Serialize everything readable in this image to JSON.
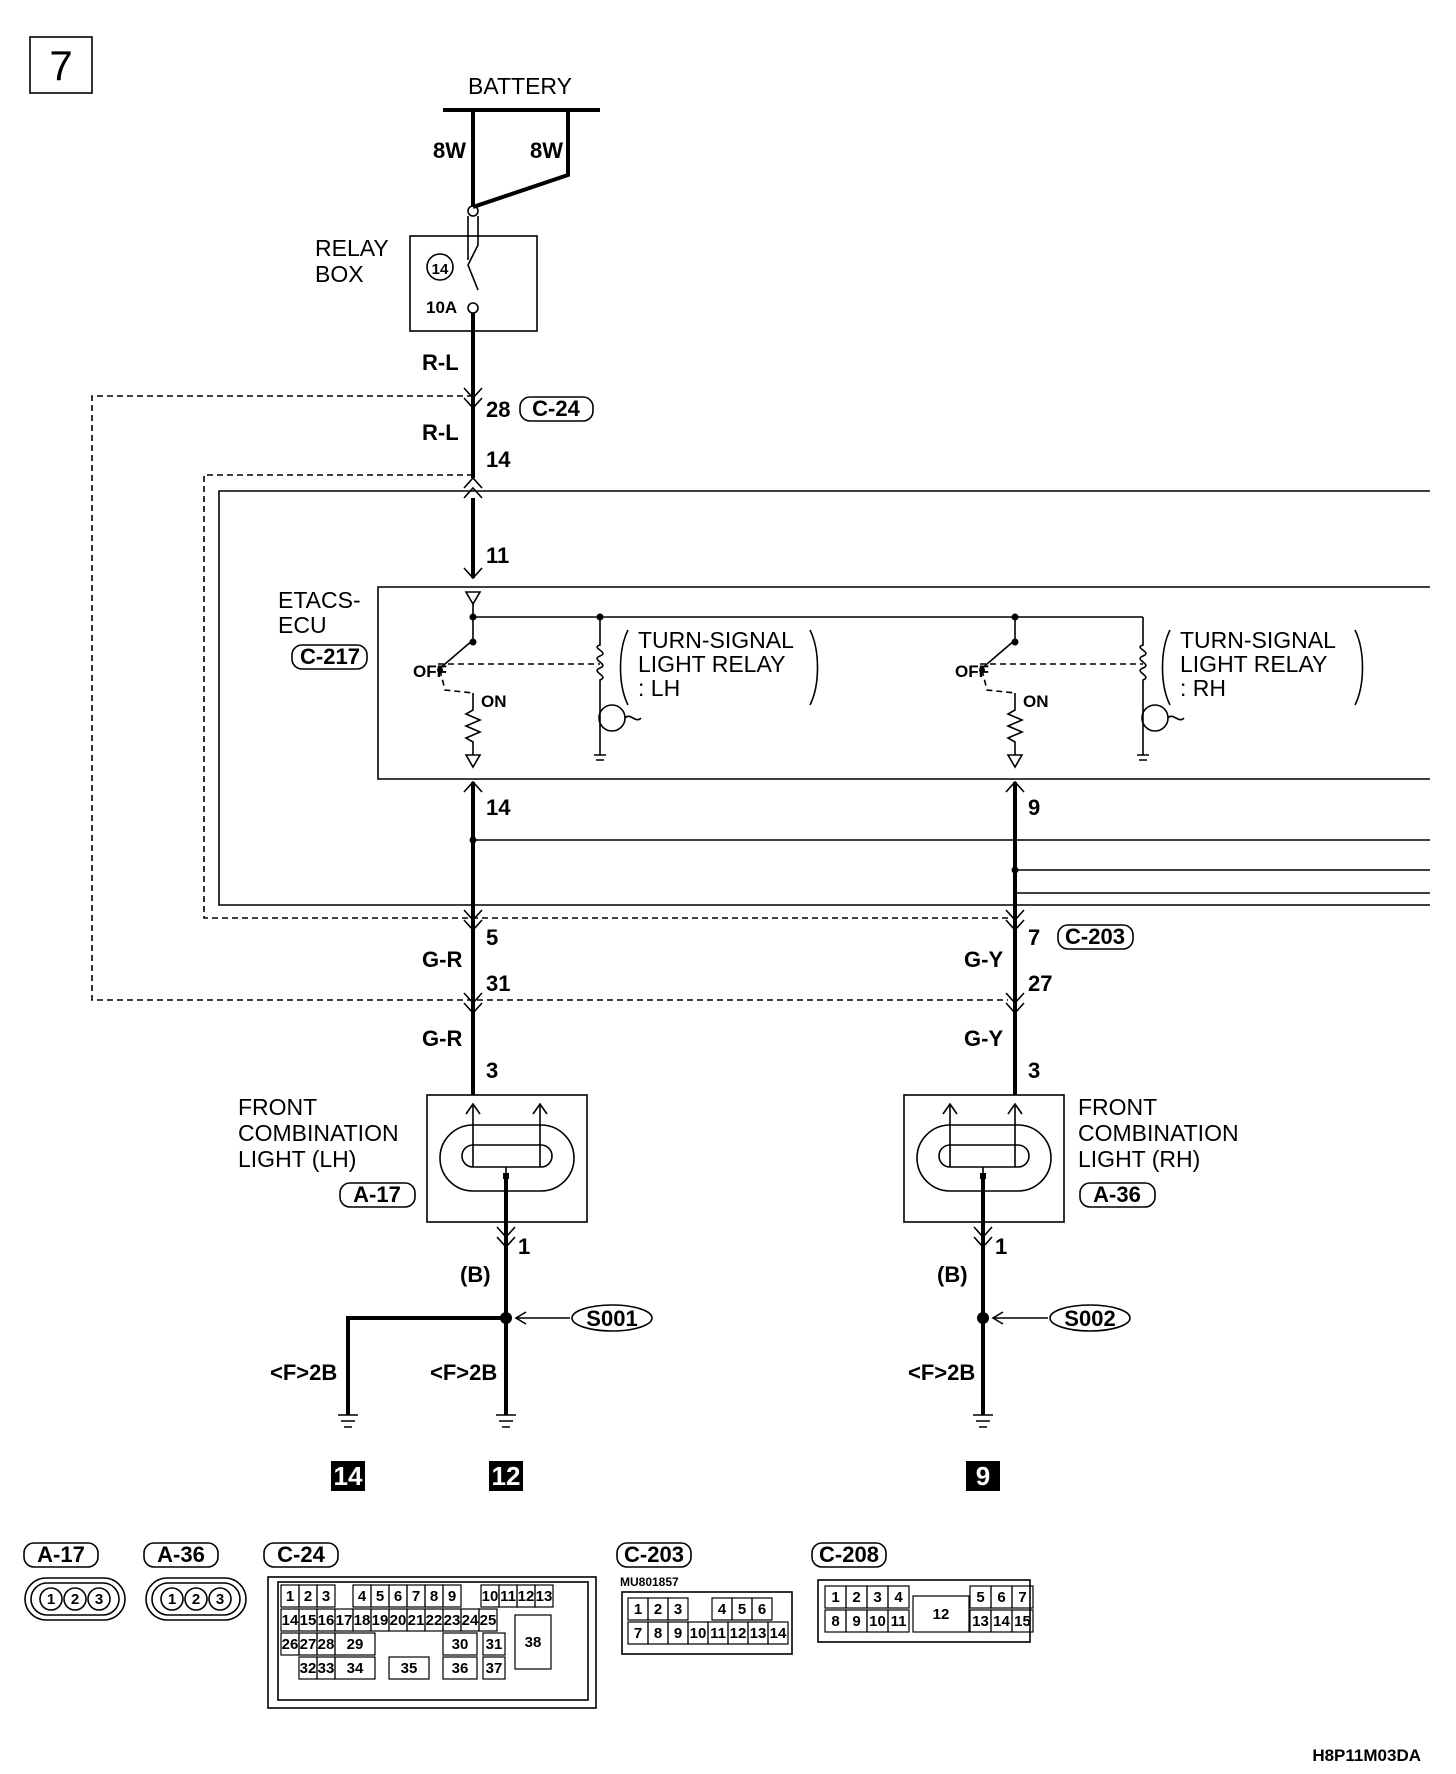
{
  "page_badge": "7",
  "battery": {
    "label": "BATTERY",
    "wire_left": "8W",
    "wire_right": "8W"
  },
  "relay_box": {
    "label_line1": "RELAY",
    "label_line2": "BOX",
    "fuse_number": "14",
    "fuse_rating": "10A"
  },
  "wires": {
    "rl_1": "R-L",
    "rl_2": "R-L",
    "gr_1": "G-R",
    "gr_2": "G-R",
    "gy_1": "G-Y",
    "gy_2": "G-Y",
    "b_left": "(B)",
    "b_right": "(B)"
  },
  "pins": {
    "c24_28": "28",
    "c24_14": "14",
    "ecu_11": "11",
    "ecu_14": "14",
    "ecu_9": "9",
    "c208_5": "5",
    "c203_7": "7",
    "c24_31": "31",
    "c203_27": "27",
    "lh_3": "3",
    "rh_3": "3",
    "lh_1": "1",
    "rh_1": "1"
  },
  "connectors": {
    "c24": "C-24",
    "c217": "C-217",
    "c203": "C-203",
    "a17": "A-17",
    "a36": "A-36"
  },
  "etacs": {
    "label_line1": "ETACS-",
    "label_line2": "ECU",
    "off": "OFF",
    "on": "ON",
    "relay_lh_line1": "TURN-SIGNAL",
    "relay_lh_line2": "LIGHT RELAY",
    "relay_lh_line3": ": LH",
    "relay_rh_line1": "TURN-SIGNAL",
    "relay_rh_line2": "LIGHT RELAY",
    "relay_rh_line3": ": RH"
  },
  "front_lh": {
    "line1": "FRONT",
    "line2": "COMBINATION",
    "line3": "LIGHT (LH)"
  },
  "front_rh": {
    "line1": "FRONT",
    "line2": "COMBINATION",
    "line3": "LIGHT (RH)"
  },
  "splices": {
    "s001": "S001",
    "s002": "S002"
  },
  "grounds": {
    "g_14": "<F>2B",
    "g_12": "<F>2B",
    "g_9": "<F>2B",
    "num_14": "14",
    "num_12": "12",
    "num_9": "9"
  },
  "legend": {
    "a17": "A-17",
    "a36": "A-36",
    "c24": "C-24",
    "c203": "C-203",
    "c208": "C-208",
    "c203_part": "MU801857",
    "pins3": [
      "1",
      "2",
      "3"
    ],
    "c24_pins": [
      "1",
      "2",
      "3",
      "4",
      "5",
      "6",
      "7",
      "8",
      "9",
      "10",
      "11",
      "12",
      "13",
      "14",
      "15",
      "16",
      "17",
      "18",
      "19",
      "20",
      "21",
      "22",
      "23",
      "24",
      "25",
      "26",
      "27",
      "28",
      "29",
      "30",
      "31",
      "32",
      "33",
      "34",
      "35",
      "36",
      "37",
      "38"
    ],
    "c203_pins": [
      "1",
      "2",
      "3",
      "4",
      "5",
      "6",
      "7",
      "8",
      "9",
      "10",
      "11",
      "12",
      "13",
      "14"
    ],
    "c208_pins": [
      "1",
      "2",
      "3",
      "4",
      "5",
      "6",
      "7",
      "8",
      "9",
      "10",
      "11",
      "12",
      "13",
      "14",
      "15"
    ]
  },
  "drawing_code": "H8P11M03DA"
}
